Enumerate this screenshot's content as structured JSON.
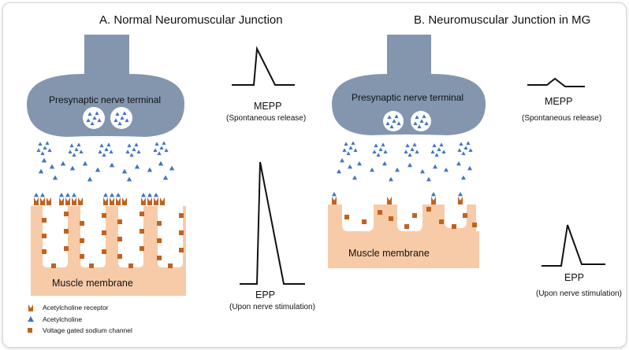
{
  "panel_a": {
    "title": "A. Normal Neuromuscular Junction",
    "terminal_label": "Presynaptic  nerve terminal",
    "membrane_label": "Muscle membrane",
    "mepp_label": "MEPP",
    "mepp_sub": "(Spontaneous release)",
    "epp_label": "EPP",
    "epp_sub": "(Upon nerve stimulation)"
  },
  "panel_b": {
    "title": "B. Neuromuscular Junction in MG",
    "terminal_label": "Presynaptic  nerve terminal",
    "membrane_label": "Muscle membrane",
    "mepp_label": "MEPP",
    "mepp_sub": "(Spontaneous release)",
    "epp_label": "EPP",
    "epp_sub": "(Upon nerve stimulation)"
  },
  "legend": {
    "items": [
      {
        "label": "Acetylcholine receptor",
        "symbol": "receptor"
      },
      {
        "label": "Acetylcholine",
        "symbol": "triangle"
      },
      {
        "label": "Voltage gated sodium channel",
        "symbol": "square"
      }
    ]
  },
  "colors": {
    "terminal": "#8396ae",
    "vesicle": "#ffffff",
    "acetylcholine": "#3f74c4",
    "membrane": "#f8cba8",
    "receptor": "#c06222",
    "channel": "#c06222",
    "trace": "#111111"
  }
}
